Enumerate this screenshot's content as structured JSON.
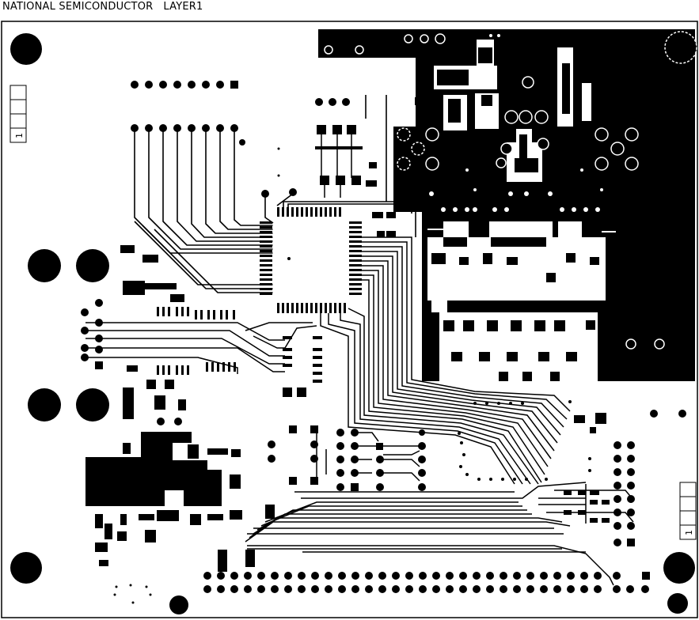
{
  "title": "NATIONAL SEMICONDUCTOR   LAYER1",
  "layer_marker_left": "1",
  "layer_marker_right": "1",
  "colors": {
    "copper": "#000000",
    "board": "#ffffff"
  }
}
